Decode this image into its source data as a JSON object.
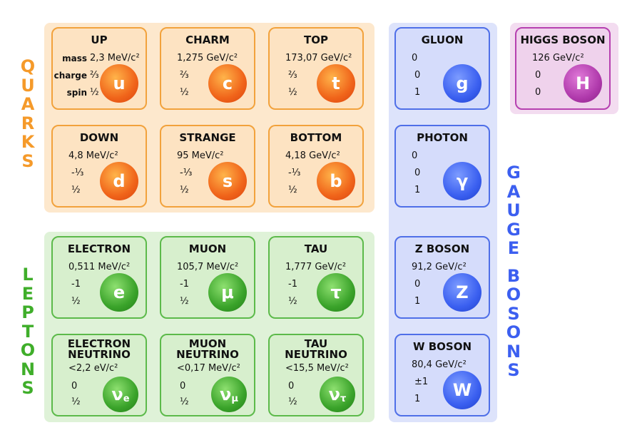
{
  "labels": {
    "quarks": "QUARKS",
    "leptons": "LEPTONS",
    "gauge": "GAUGE BOSONS"
  },
  "row_labels": {
    "mass": "mass",
    "charge": "charge",
    "spin": "spin"
  },
  "colors": {
    "quarks": "#f59a2a",
    "leptons": "#3fae2a",
    "gauge": "#3c5ff0",
    "higgs": "#b03aac"
  },
  "quarks": [
    {
      "name": "UP",
      "mass": "2,3 MeV/c²",
      "charge": "⅔",
      "spin": "½",
      "symbol": "u"
    },
    {
      "name": "CHARM",
      "mass": "1,275 GeV/c²",
      "charge": "⅔",
      "spin": "½",
      "symbol": "c"
    },
    {
      "name": "TOP",
      "mass": "173,07 GeV/c²",
      "charge": "⅔",
      "spin": "½",
      "symbol": "t"
    },
    {
      "name": "DOWN",
      "mass": "4,8 MeV/c²",
      "charge": "-⅓",
      "spin": "½",
      "symbol": "d"
    },
    {
      "name": "STRANGE",
      "mass": "95 MeV/c²",
      "charge": "-⅓",
      "spin": "½",
      "symbol": "s"
    },
    {
      "name": "BOTTOM",
      "mass": "4,18 GeV/c²",
      "charge": "-⅓",
      "spin": "½",
      "symbol": "b"
    }
  ],
  "leptons": [
    {
      "name": "ELECTRON",
      "mass": "0,511 MeV/c²",
      "charge": "-1",
      "spin": "½",
      "symbol": "e"
    },
    {
      "name": "MUON",
      "mass": "105,7 MeV/c²",
      "charge": "-1",
      "spin": "½",
      "symbol": "μ"
    },
    {
      "name": "TAU",
      "mass": "1,777 GeV/c²",
      "charge": "-1",
      "spin": "½",
      "symbol": "τ"
    },
    {
      "name": "ELECTRON NEUTRINO",
      "mass": "<2,2 eV/c²",
      "charge": "0",
      "spin": "½",
      "symbol": "ν",
      "sub": "e"
    },
    {
      "name": "MUON NEUTRINO",
      "mass": "<0,17 MeV/c²",
      "charge": "0",
      "spin": "½",
      "symbol": "ν",
      "sub": "μ"
    },
    {
      "name": "TAU NEUTRINO",
      "mass": "<15,5 MeV/c²",
      "charge": "0",
      "spin": "½",
      "symbol": "ν",
      "sub": "τ"
    }
  ],
  "gauge": [
    {
      "name": "GLUON",
      "mass": "0",
      "charge": "0",
      "spin": "1",
      "symbol": "g"
    },
    {
      "name": "PHOTON",
      "mass": "0",
      "charge": "0",
      "spin": "1",
      "symbol": "γ"
    },
    {
      "name": "Z BOSON",
      "mass": "91,2 GeV/c²",
      "charge": "0",
      "spin": "1",
      "symbol": "Z"
    },
    {
      "name": "W BOSON",
      "mass": "80,4 GeV/c²",
      "charge": "±1",
      "spin": "1",
      "symbol": "W"
    }
  ],
  "higgs": {
    "name": "HIGGS BOSON",
    "mass": "126 GeV/c²",
    "charge": "0",
    "spin": "0",
    "symbol": "H"
  }
}
